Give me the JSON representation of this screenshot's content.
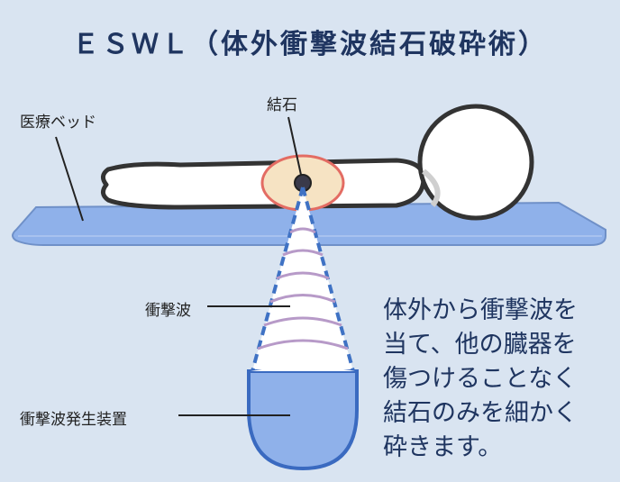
{
  "title": "ＥＳＷＬ（体外衝撃波結石破砕術）",
  "labels": {
    "bed": "医療ベッド",
    "stone": "結石",
    "shockwave": "衝撃波",
    "generator": "衝撃波発生装置"
  },
  "description": {
    "lines": [
      "体外から衝撃波を",
      "当て、他の臓器を",
      "傷つけることなく",
      "結石のみを細かく",
      "砕きます。"
    ]
  },
  "colors": {
    "background": "#d9e4f1",
    "bed": "#8fb1ea",
    "body": "#ffffff",
    "outline": "#333333",
    "stone_highlight": "#f6e3c3",
    "stone_ring": "#e36c63",
    "wave": "#b79ac8",
    "generator": "#8fb1ea"
  }
}
